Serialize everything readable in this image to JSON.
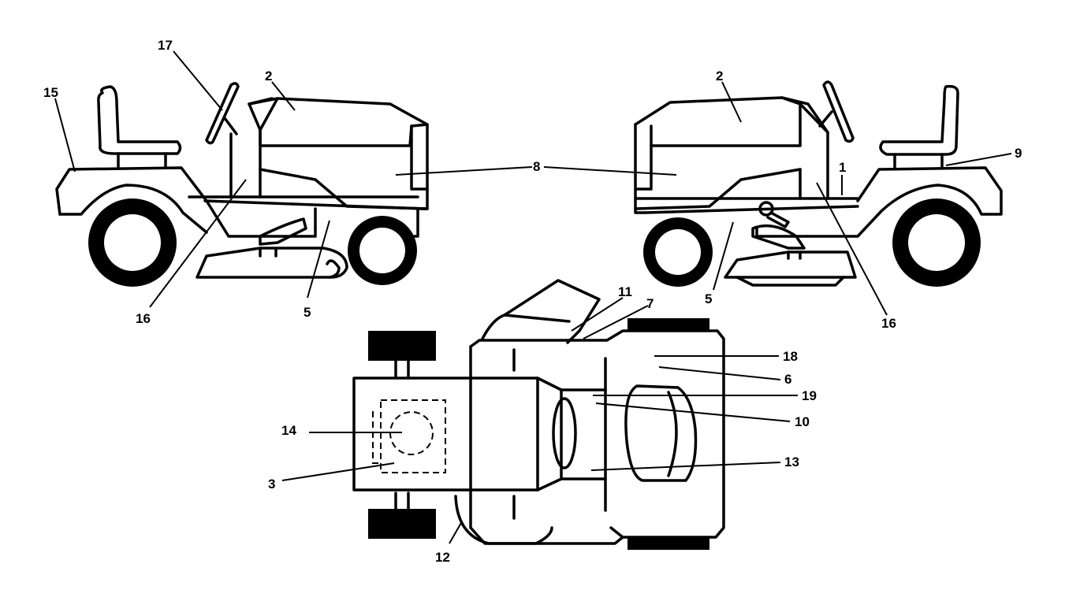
{
  "callouts": {
    "c1": "1",
    "c2": "2",
    "c3": "3",
    "c5": "5",
    "c6": "6",
    "c7": "7",
    "c8": "8",
    "c9": "9",
    "c10": "10",
    "c11": "11",
    "c12": "12",
    "c13": "13",
    "c14": "14",
    "c15": "15",
    "c16": "16",
    "c17": "17",
    "c18": "18",
    "c19": "19"
  }
}
